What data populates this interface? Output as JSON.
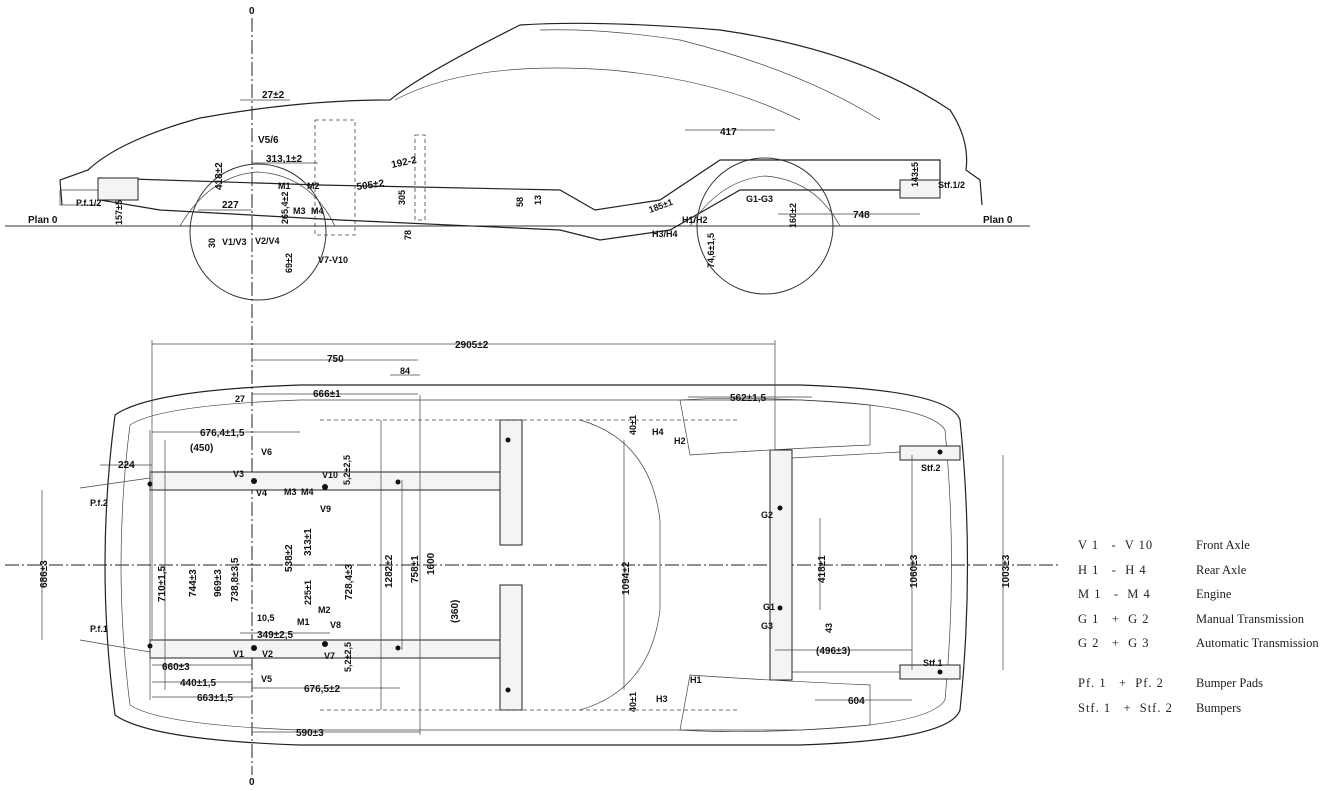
{
  "side_view": {
    "axis_zero_top": "0",
    "plan_left": "Plan 0",
    "plan_right": "Plan 0",
    "dims": {
      "d27": "27±2",
      "v56": "V5/6",
      "d313": "313,1±2",
      "d418": "418±2",
      "pf12": "P.f.1/2",
      "d157": "157±5",
      "d227": "227",
      "m1": "M1",
      "m2": "M2",
      "m3": "M3",
      "m4": "M4",
      "d265": "265,4±2",
      "d30": "30",
      "v1v3": "V1/V3",
      "v2v4": "V2/V4",
      "d69": "69±2",
      "v7v10": "V7-V10",
      "d505": "505±2",
      "d305": "305",
      "d192": "192-2",
      "d78": "78",
      "d58": "58",
      "d13": "13",
      "d185": "185±1",
      "h1h2": "H1/H2",
      "h3h4": "H3/H4",
      "d74": "74,6±1,5",
      "d417": "417",
      "g1g3": "G1-G3",
      "d160": "160±2",
      "d748": "748",
      "d143": "143±5",
      "stf12": "Stf.1/2"
    }
  },
  "plan_view": {
    "axis_zero_bottom": "0",
    "dims": {
      "d2905": "2905±2",
      "d750": "750",
      "d84": "84",
      "d666": "666±1",
      "d27": "27",
      "d562": "562±1,5",
      "d676a": "676,4±1,5",
      "d450": "(450)",
      "d224": "224",
      "v6": "V6",
      "v3": "V3",
      "v4": "V4",
      "v10": "V10",
      "v9": "V9",
      "m3": "M3",
      "m4": "M4",
      "pf2": "P.f.2",
      "pf1": "P.f.1",
      "d686": "686±3",
      "d710": "710±1,5",
      "d744": "744±3",
      "d969": "969±3",
      "d738": "738,8±3,5",
      "d538": "538±2",
      "d313": "313±1",
      "d52a": "5,2±2,5",
      "d225": "225±1",
      "d728": "728,4±3",
      "d1282": "1282±2",
      "d758": "758±1",
      "d1600": "1600",
      "d360": "(360)",
      "d1094": "1094±2",
      "d40a": "40±1",
      "h4": "H4",
      "h2": "H2",
      "g2": "G2",
      "d418": "418±1",
      "g1": "G1",
      "g3": "G3",
      "d43": "43",
      "d1060": "1060±3",
      "d1003": "1003±3",
      "stf2": "Stf.2",
      "stf1": "Stf.1",
      "d105": "10,5",
      "m1": "M1",
      "m2": "M2",
      "d349": "349±2,5",
      "v8": "V8",
      "v1": "V1",
      "v2": "V2",
      "v7": "V7",
      "v5": "V5",
      "d52b": "5,2±2,5",
      "d660": "660±3",
      "d440": "440±1,5",
      "d663": "663±1,5",
      "d676b": "676,5±2",
      "d496": "(496±3)",
      "d604": "604",
      "d40b": "40±1",
      "h1": "H1",
      "h3": "H3",
      "d590": "590±3"
    }
  },
  "legend": [
    {
      "code": "V 1   -  V 10",
      "desc": "Front Axle"
    },
    {
      "code": "H 1   -  H 4",
      "desc": "Rear Axle"
    },
    {
      "code": "M 1   -  M 4",
      "desc": "Engine"
    },
    {
      "code": "G 1   +  G 2",
      "desc": "Manual Transmission"
    },
    {
      "code": "G 2   +  G 3",
      "desc": "Automatic Transmission"
    },
    {
      "code": "Pf. 1   +  Pf. 2",
      "desc": "Bumper Pads"
    },
    {
      "code": "Stf. 1   +  Stf. 2",
      "desc": "Bumpers"
    }
  ]
}
